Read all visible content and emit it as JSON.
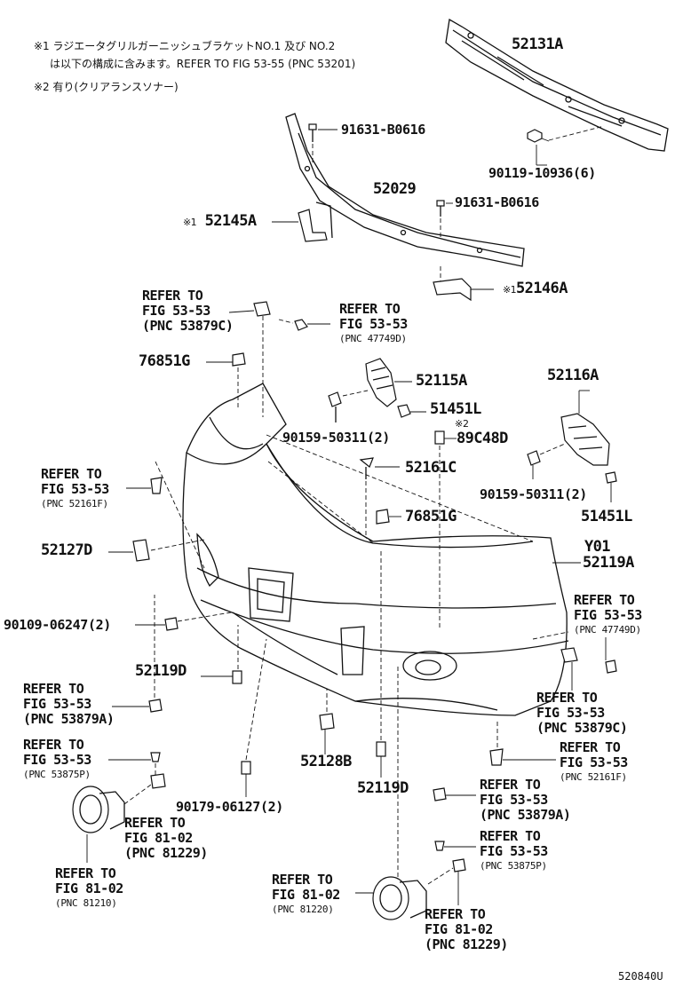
{
  "notes": [
    "※1 ラジエータグリルガーニッシュブラケットNO.1 及び NO.2",
    "は以下の構成に含みます。REFER TO FIG 53-55 (PNC 53201)",
    "※2 有り(クリアランスソナー)"
  ],
  "marker1": "※1",
  "marker2": "※2",
  "parts": {
    "p52131A": "52131A",
    "p91631_B0616_a": "91631-B0616",
    "p90119_10936": "90119-10936(6)",
    "p52029": "52029",
    "p91631_B0616_b": "91631-B0616",
    "p52145A": "52145A",
    "p52146A": "52146A",
    "p76851G_a": "76851G",
    "p52115A": "52115A",
    "p51451L_a": "51451L",
    "p90159_50311_a": "90159-50311(2)",
    "p89C48D": "89C48D",
    "p52116A": "52116A",
    "p52161C": "52161C",
    "p90159_50311_b": "90159-50311(2)",
    "p76851G_b": "76851G",
    "p51451L_b": "51451L",
    "p52127D": "52127D",
    "pY01": "Y01",
    "p52119A": "52119A",
    "p90109_06247": "90109-06247(2)",
    "p52119D_a": "52119D",
    "p52128B": "52128B",
    "p52119D_b": "52119D",
    "p90179_06127": "90179-06127(2)"
  },
  "refs": [
    {
      "l1": "REFER TO",
      "l2": "FIG 53-53",
      "l3": "(PNC 53879C)"
    },
    {
      "l1": "REFER TO",
      "l2": "FIG 53-53",
      "l3": "(PNC 47749D)"
    },
    {
      "l1": "REFER TO",
      "l2": "FIG 53-53",
      "l3": "(PNC 52161F)"
    },
    {
      "l1": "REFER TO",
      "l2": "FIG 53-53",
      "l3": "(PNC 47749D)"
    },
    {
      "l1": "REFER TO",
      "l2": "FIG 53-53",
      "l3": "(PNC 53879A)"
    },
    {
      "l1": "REFER TO",
      "l2": "FIG 53-53",
      "l3": "(PNC 53879C)"
    },
    {
      "l1": "REFER TO",
      "l2": "FIG 53-53",
      "l3": "(PNC 53875P)"
    },
    {
      "l1": "REFER TO",
      "l2": "FIG 53-53",
      "l3": "(PNC 52161F)"
    },
    {
      "l1": "REFER TO",
      "l2": "FIG 81-02",
      "l3": "(PNC 81229)"
    },
    {
      "l1": "REFER TO",
      "l2": "FIG 53-53",
      "l3": "(PNC 53879A)"
    },
    {
      "l1": "REFER TO",
      "l2": "FIG 81-02",
      "l3": "(PNC 81210)"
    },
    {
      "l1": "REFER TO",
      "l2": "FIG 53-53",
      "l3": "(PNC 53875P)"
    },
    {
      "l1": "REFER TO",
      "l2": "FIG 81-02",
      "l3": "(PNC 81220)"
    },
    {
      "l1": "REFER TO",
      "l2": "FIG 81-02",
      "l3": "(PNC 81229)"
    }
  ],
  "diagram_id": "520840U"
}
